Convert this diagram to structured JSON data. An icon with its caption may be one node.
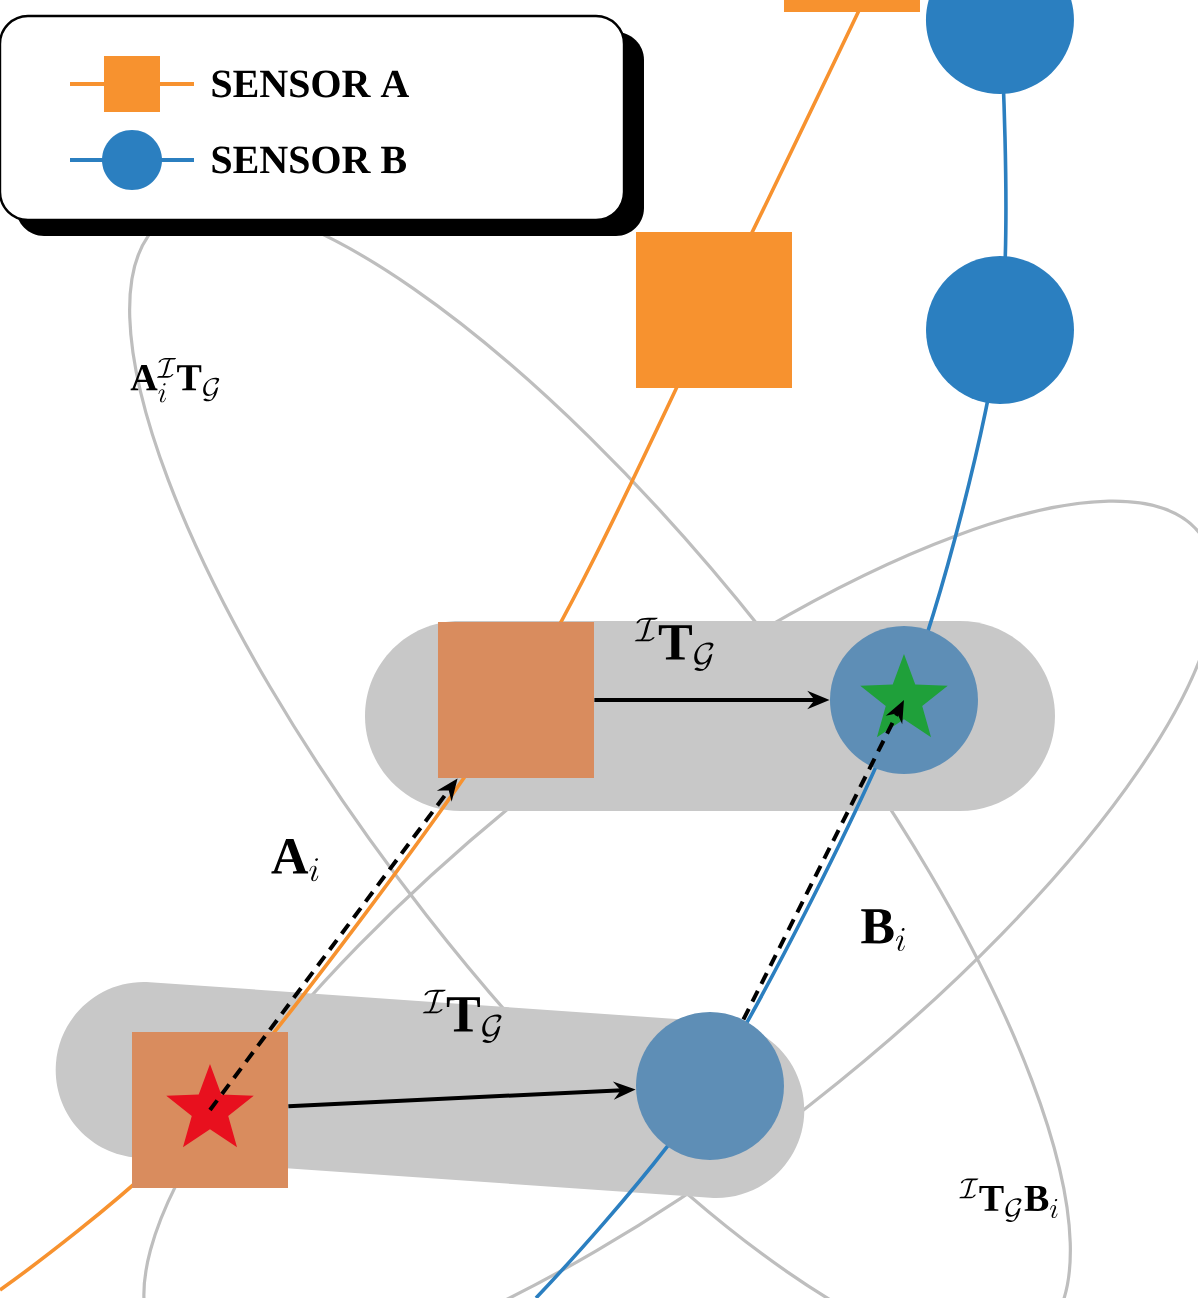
{
  "diagram": {
    "nodes": [
      {
        "text": [],
        "shape": "band"
      },
      {
        "text": [],
        "shape": "box",
        "in": 0
      },
      {
        "text": [],
        "shape": "circle",
        "in": 0
      },
      {
        "text": [],
        "shape": "band"
      },
      {
        "text": [],
        "shape": "box",
        "in": 3
      },
      {
        "text": [],
        "shape": "circle",
        "in": 3
      },
      {
        "text": [],
        "shape": "box"
      },
      {
        "text": [],
        "shape": "circle"
      },
      {
        "text": [],
        "shape": "box"
      },
      {
        "text": [],
        "shape": "circle"
      }
    ],
    "edges": [
      {
        "from": 1,
        "to": 2,
        "arrow": "to",
        "label": "^{\\mathcal{I}}\\mathbf{T}_{\\mathcal{G}}"
      },
      {
        "from": 4,
        "to": 5,
        "arrow": "to",
        "label": "^{\\mathcal{I}}\\mathbf{T}_{\\mathcal{G}}"
      },
      {
        "from": 4,
        "to": 1,
        "arrow": "to",
        "style": "dashed",
        "label": "\\mathbf{A}_i"
      },
      {
        "from": 5,
        "to": 2,
        "arrow": "to",
        "style": "dashed",
        "label": "\\mathbf{B}_i"
      }
    ],
    "labels": [
      "\\mathbf{A}_i^{\\mathcal{I}}\\mathbf{T}_{\\mathcal{G}}",
      "^{\\mathcal{I}}\\mathbf{T}_{\\mathcal{G}}\\mathbf{B}_i"
    ],
    "legend": [
      {
        "text": "SENSOR A"
      },
      {
        "text": "SENSOR B"
      }
    ]
  }
}
